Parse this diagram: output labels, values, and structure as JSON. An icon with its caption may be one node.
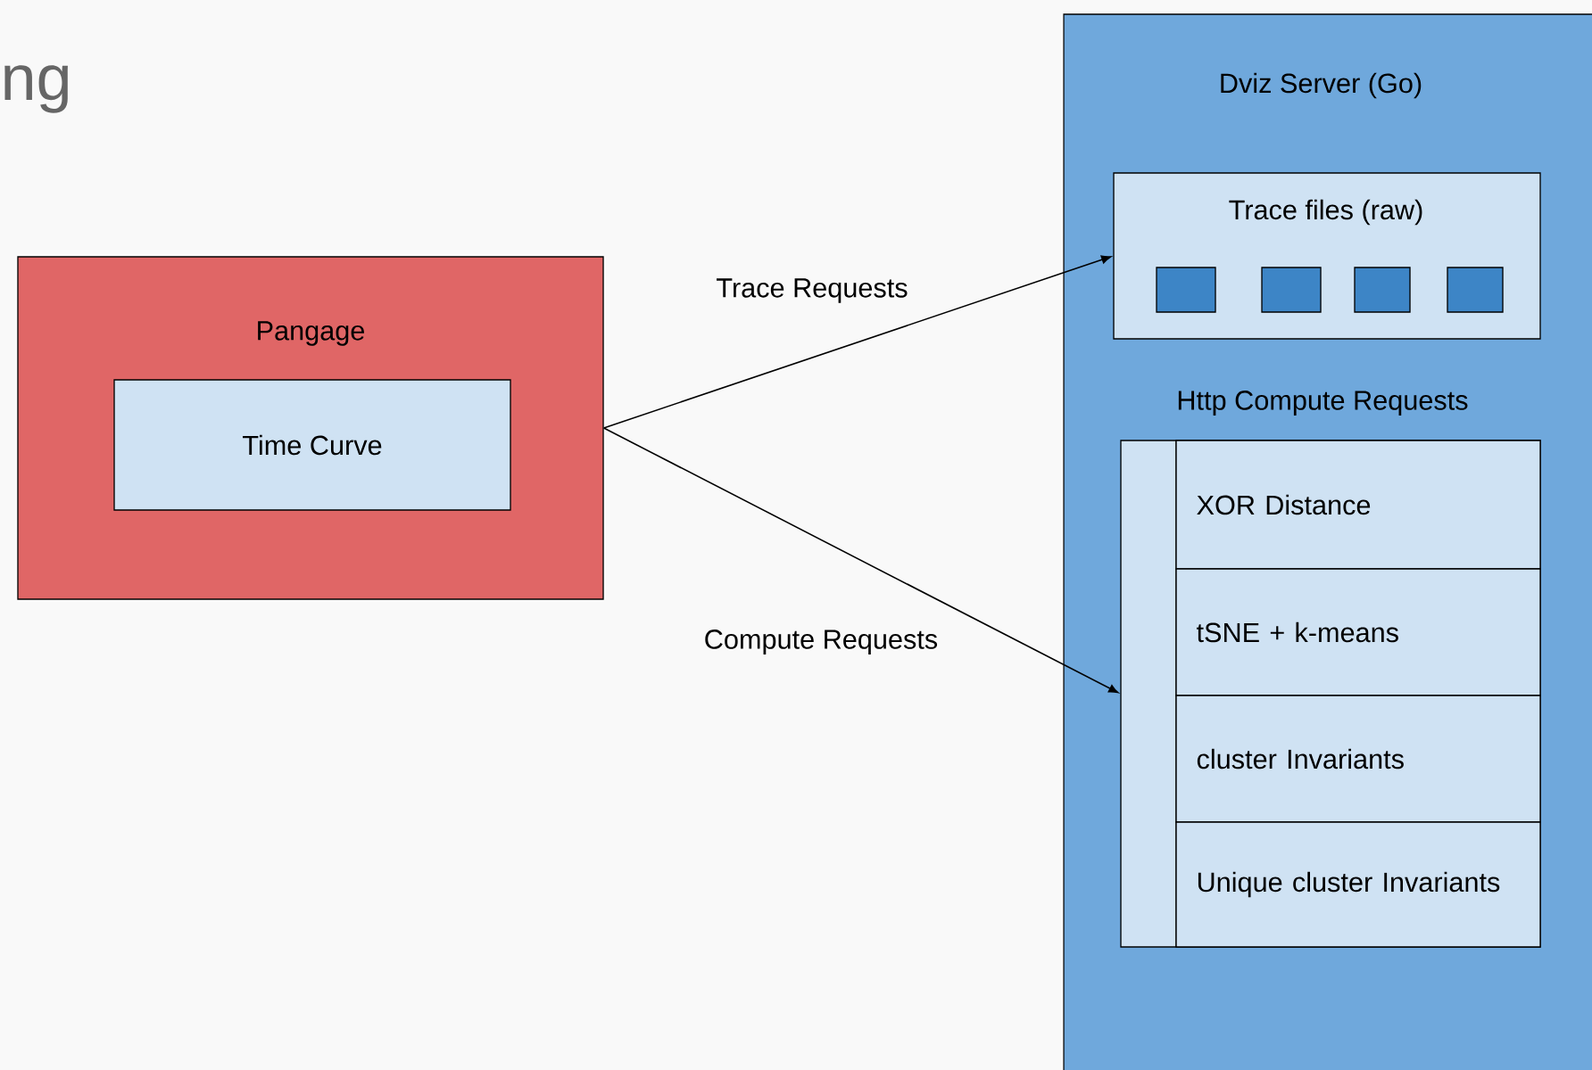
{
  "diagram": {
    "nodes": [
      {
        "text": [
          "Pangage"
        ]
      },
      {
        "text": [
          "Time Curve"
        ],
        "in": 0
      },
      {
        "text": [
          "Dviz Server (Go)"
        ]
      },
      {
        "text": [
          "Trace files (raw)"
        ],
        "in": 2
      },
      {
        "text": [],
        "shape": "box",
        "in": 3
      },
      {
        "text": [],
        "shape": "box",
        "in": 3
      },
      {
        "text": [],
        "shape": "box",
        "in": 3
      },
      {
        "text": [],
        "shape": "box",
        "in": 3
      },
      {
        "text": [
          "Http Compute Requests"
        ],
        "in": 2
      },
      {
        "text": [
          "XOR Distance"
        ],
        "in": 8
      },
      {
        "text": [
          "tSNE + k-means"
        ],
        "in": 8
      },
      {
        "text": [
          "cluster Invariants"
        ],
        "in": 8
      },
      {
        "text": [
          "Unique cluster Invariants"
        ],
        "in": 8
      }
    ],
    "edges": [
      {
        "from": 0,
        "to": 3,
        "arrow": "to",
        "label": "Trace Requests"
      },
      {
        "from": 0,
        "to": 8,
        "arrow": "to",
        "label": "Compute Requests"
      }
    ],
    "labels": [
      "ng"
    ]
  }
}
